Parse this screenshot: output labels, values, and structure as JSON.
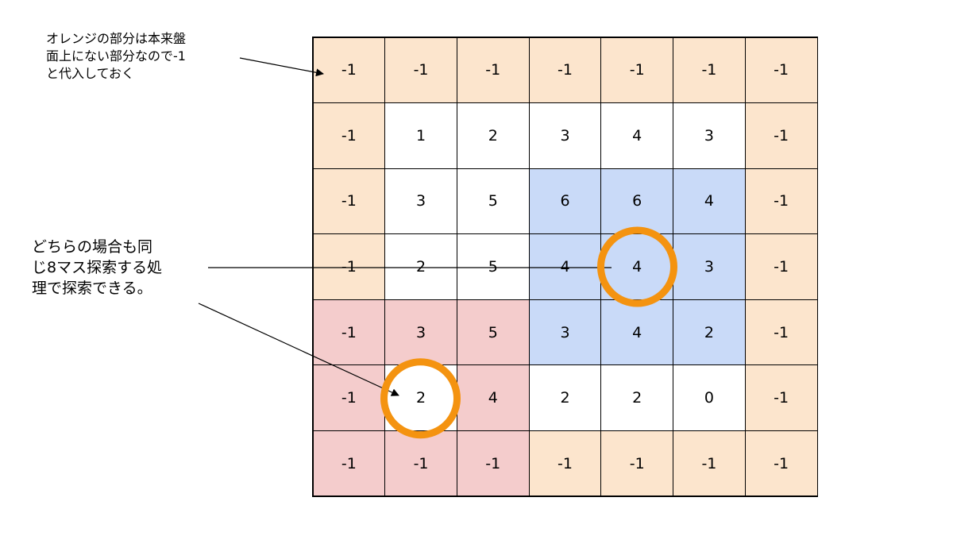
{
  "annotations": {
    "top_note": "オレンジの部分は本来盤\n面上にない部分なので-1\nと代入しておく",
    "middle_note": "どちらの場合も同\nじ8マス探索する処\n理で探索できる。"
  },
  "colors": {
    "border": "#fce5cd",
    "blue": "#c9daf8",
    "red": "#f4cccc",
    "white": "#ffffff",
    "circle": "#f49310"
  },
  "grid": {
    "values": [
      [
        "-1",
        "-1",
        "-1",
        "-1",
        "-1",
        "-1",
        "-1"
      ],
      [
        "-1",
        "1",
        "2",
        "3",
        "4",
        "3",
        "-1"
      ],
      [
        "-1",
        "3",
        "5",
        "6",
        "6",
        "4",
        "-1"
      ],
      [
        "-1",
        "2",
        "5",
        "4",
        "4",
        "3",
        "-1"
      ],
      [
        "-1",
        "3",
        "5",
        "3",
        "4",
        "2",
        "-1"
      ],
      [
        "-1",
        "2",
        "4",
        "2",
        "2",
        "0",
        "-1"
      ],
      [
        "-1",
        "-1",
        "-1",
        "-1",
        "-1",
        "-1",
        "-1"
      ]
    ],
    "fills": [
      [
        "border",
        "border",
        "border",
        "border",
        "border",
        "border",
        "border"
      ],
      [
        "border",
        "white",
        "white",
        "white",
        "white",
        "white",
        "border"
      ],
      [
        "border",
        "white",
        "white",
        "blue",
        "blue",
        "blue",
        "border"
      ],
      [
        "border",
        "white",
        "white",
        "blue",
        "blue",
        "blue",
        "border"
      ],
      [
        "red",
        "red",
        "red",
        "blue",
        "blue",
        "blue",
        "border"
      ],
      [
        "red",
        "white",
        "red",
        "white",
        "white",
        "white",
        "border"
      ],
      [
        "red",
        "red",
        "red",
        "border",
        "border",
        "border",
        "border"
      ]
    ],
    "highlighted_cells": [
      {
        "row": 3,
        "col": 4
      },
      {
        "row": 5,
        "col": 1
      }
    ]
  }
}
